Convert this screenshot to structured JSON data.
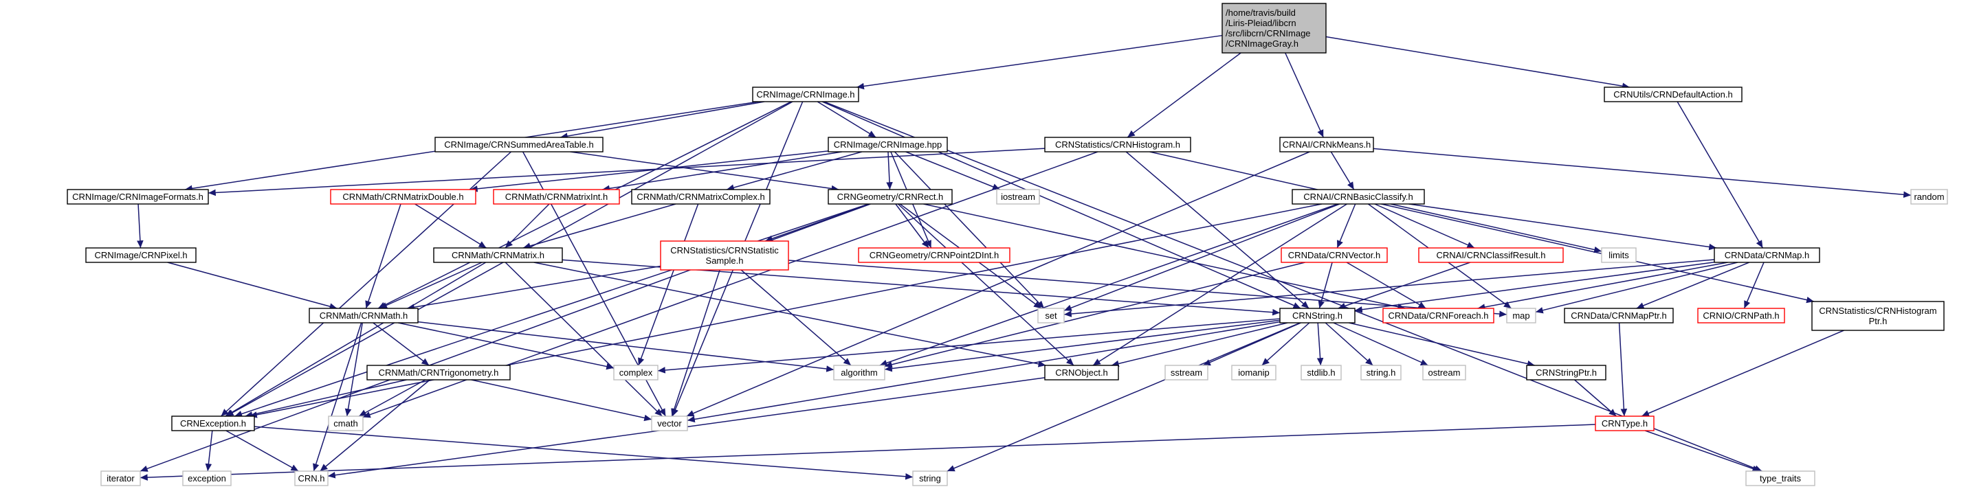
{
  "graph": {
    "colors": {
      "edge": "#191970",
      "root_fill": "#bfbfbf",
      "normal_border": "#000000",
      "truncated_border": "#ff0000",
      "external_border": "#bfbfbf"
    },
    "nodes": [
      {
        "id": "root",
        "lines": [
          "/home/travis/build",
          "/Liris-Pleiad/libcrn",
          "/src/libcrn/CRNImage",
          "/CRNImageGray.h"
        ],
        "style": "root"
      },
      {
        "id": "crnimage_h",
        "lines": [
          "CRNImage/CRNImage.h"
        ],
        "style": "normal"
      },
      {
        "id": "stat_hist",
        "lines": [
          "CRNStatistics/CRNHistogram.h"
        ],
        "style": "normal"
      },
      {
        "id": "ai_kmeans",
        "lines": [
          "CRNAI/CRNkMeans.h"
        ],
        "style": "normal"
      },
      {
        "id": "utils_default",
        "lines": [
          "CRNUtils/CRNDefaultAction.h"
        ],
        "style": "normal"
      },
      {
        "id": "summed",
        "lines": [
          "CRNImage/CRNSummedAreaTable.h"
        ],
        "style": "normal"
      },
      {
        "id": "crnimage_hpp",
        "lines": [
          "CRNImage/CRNImage.hpp"
        ],
        "style": "normal"
      },
      {
        "id": "formats",
        "lines": [
          "CRNImage/CRNImageFormats.h"
        ],
        "style": "normal"
      },
      {
        "id": "mat_double",
        "lines": [
          "CRNMath/CRNMatrixDouble.h"
        ],
        "style": "truncated"
      },
      {
        "id": "mat_int",
        "lines": [
          "CRNMath/CRNMatrixInt.h"
        ],
        "style": "truncated"
      },
      {
        "id": "mat_complex",
        "lines": [
          "CRNMath/CRNMatrixComplex.h"
        ],
        "style": "normal"
      },
      {
        "id": "geo_rect",
        "lines": [
          "CRNGeometry/CRNRect.h"
        ],
        "style": "normal"
      },
      {
        "id": "iostream",
        "lines": [
          "iostream"
        ],
        "style": "external"
      },
      {
        "id": "basic_classify",
        "lines": [
          "CRNAI/CRNBasicClassify.h"
        ],
        "style": "normal"
      },
      {
        "id": "random",
        "lines": [
          "random"
        ],
        "style": "external"
      },
      {
        "id": "pixel",
        "lines": [
          "CRNImage/CRNPixel.h"
        ],
        "style": "normal"
      },
      {
        "id": "matrix_h",
        "lines": [
          "CRNMath/CRNMatrix.h"
        ],
        "style": "normal"
      },
      {
        "id": "stat_sample",
        "lines": [
          "CRNStatistics/CRNStatistic",
          "Sample.h"
        ],
        "style": "truncated"
      },
      {
        "id": "point2d",
        "lines": [
          "CRNGeometry/CRNPoint2DInt.h"
        ],
        "style": "truncated"
      },
      {
        "id": "data_vector",
        "lines": [
          "CRNData/CRNVector.h"
        ],
        "style": "truncated"
      },
      {
        "id": "classif_result",
        "lines": [
          "CRNAI/CRNClassifResult.h"
        ],
        "style": "truncated"
      },
      {
        "id": "limits",
        "lines": [
          "limits"
        ],
        "style": "external"
      },
      {
        "id": "data_map",
        "lines": [
          "CRNData/CRNMap.h"
        ],
        "style": "normal"
      },
      {
        "id": "math_h",
        "lines": [
          "CRNMath/CRNMath.h"
        ],
        "style": "normal"
      },
      {
        "id": "set",
        "lines": [
          "set"
        ],
        "style": "external"
      },
      {
        "id": "string_h",
        "lines": [
          "CRNString.h"
        ],
        "style": "normal"
      },
      {
        "id": "foreach",
        "lines": [
          "CRNData/CRNForeach.h"
        ],
        "style": "truncated"
      },
      {
        "id": "map",
        "lines": [
          "map"
        ],
        "style": "external"
      },
      {
        "id": "map_ptr",
        "lines": [
          "CRNData/CRNMapPtr.h"
        ],
        "style": "normal"
      },
      {
        "id": "io_path",
        "lines": [
          "CRNIO/CRNPath.h"
        ],
        "style": "truncated"
      },
      {
        "id": "hist_ptr",
        "lines": [
          "CRNStatistics/CRNHistogram",
          "Ptr.h"
        ],
        "style": "normal"
      },
      {
        "id": "complex",
        "lines": [
          "complex"
        ],
        "style": "external"
      },
      {
        "id": "algorithm",
        "lines": [
          "algorithm"
        ],
        "style": "external"
      },
      {
        "id": "object_h",
        "lines": [
          "CRNObject.h"
        ],
        "style": "normal"
      },
      {
        "id": "sstream",
        "lines": [
          "sstream"
        ],
        "style": "external"
      },
      {
        "id": "iomanip",
        "lines": [
          "iomanip"
        ],
        "style": "external"
      },
      {
        "id": "stdlib",
        "lines": [
          "stdlib.h"
        ],
        "style": "external"
      },
      {
        "id": "string_c",
        "lines": [
          "string.h"
        ],
        "style": "external"
      },
      {
        "id": "ostream",
        "lines": [
          "ostream"
        ],
        "style": "external"
      },
      {
        "id": "string_ptr",
        "lines": [
          "CRNStringPtr.h"
        ],
        "style": "normal"
      },
      {
        "id": "trig",
        "lines": [
          "CRNMath/CRNTrigonometry.h"
        ],
        "style": "normal"
      },
      {
        "id": "cmath",
        "lines": [
          "cmath"
        ],
        "style": "external"
      },
      {
        "id": "vector",
        "lines": [
          "vector"
        ],
        "style": "external"
      },
      {
        "id": "exception_h",
        "lines": [
          "CRNException.h"
        ],
        "style": "normal"
      },
      {
        "id": "crn_type",
        "lines": [
          "CRNType.h"
        ],
        "style": "truncated"
      },
      {
        "id": "iterator",
        "lines": [
          "iterator"
        ],
        "style": "external"
      },
      {
        "id": "exception",
        "lines": [
          "exception"
        ],
        "style": "external"
      },
      {
        "id": "crn_h",
        "lines": [
          "CRN.h"
        ],
        "style": "external"
      },
      {
        "id": "string",
        "lines": [
          "string"
        ],
        "style": "external"
      },
      {
        "id": "type_traits",
        "lines": [
          "type_traits"
        ],
        "style": "external"
      }
    ],
    "edges": [
      [
        "root",
        "crnimage_h"
      ],
      [
        "root",
        "stat_hist"
      ],
      [
        "root",
        "ai_kmeans"
      ],
      [
        "root",
        "utils_default"
      ],
      [
        "crnimage_h",
        "summed"
      ],
      [
        "crnimage_h",
        "crnimage_hpp"
      ],
      [
        "crnimage_h",
        "formats"
      ],
      [
        "crnimage_h",
        "math_h"
      ],
      [
        "crnimage_h",
        "string_h"
      ],
      [
        "crnimage_h",
        "exception_h"
      ],
      [
        "crnimage_h",
        "vector"
      ],
      [
        "crnimage_h",
        "type_traits"
      ],
      [
        "summed",
        "geo_rect"
      ],
      [
        "summed",
        "exception_h"
      ],
      [
        "summed",
        "vector"
      ],
      [
        "crnimage_hpp",
        "mat_double"
      ],
      [
        "crnimage_hpp",
        "mat_int"
      ],
      [
        "crnimage_hpp",
        "mat_complex"
      ],
      [
        "crnimage_hpp",
        "geo_rect"
      ],
      [
        "crnimage_hpp",
        "iostream"
      ],
      [
        "crnimage_hpp",
        "set"
      ],
      [
        "crnimage_hpp",
        "point2d"
      ],
      [
        "stat_hist",
        "formats"
      ],
      [
        "stat_hist",
        "string_h"
      ],
      [
        "stat_hist",
        "hist_ptr"
      ],
      [
        "stat_hist",
        "cmath"
      ],
      [
        "ai_kmeans",
        "basic_classify"
      ],
      [
        "ai_kmeans",
        "random"
      ],
      [
        "ai_kmeans",
        "vector"
      ],
      [
        "utils_default",
        "data_map"
      ],
      [
        "formats",
        "pixel"
      ],
      [
        "pixel",
        "math_h"
      ],
      [
        "mat_double",
        "matrix_h"
      ],
      [
        "mat_double",
        "math_h"
      ],
      [
        "mat_int",
        "matrix_h"
      ],
      [
        "mat_complex",
        "complex"
      ],
      [
        "mat_complex",
        "matrix_h"
      ],
      [
        "geo_rect",
        "stat_sample"
      ],
      [
        "geo_rect",
        "point2d"
      ],
      [
        "geo_rect",
        "exception_h"
      ],
      [
        "geo_rect",
        "object_h"
      ],
      [
        "geo_rect",
        "set"
      ],
      [
        "geo_rect",
        "foreach"
      ],
      [
        "geo_rect",
        "iterator"
      ],
      [
        "basic_classify",
        "data_vector"
      ],
      [
        "basic_classify",
        "classif_result"
      ],
      [
        "basic_classify",
        "limits"
      ],
      [
        "basic_classify",
        "data_map"
      ],
      [
        "basic_classify",
        "set"
      ],
      [
        "basic_classify",
        "exception_h"
      ],
      [
        "basic_classify",
        "object_h"
      ],
      [
        "basic_classify",
        "algorithm"
      ],
      [
        "basic_classify",
        "map"
      ],
      [
        "matrix_h",
        "math_h"
      ],
      [
        "matrix_h",
        "exception_h"
      ],
      [
        "matrix_h",
        "object_h"
      ],
      [
        "matrix_h",
        "string_h"
      ],
      [
        "matrix_h",
        "vector"
      ],
      [
        "stat_sample",
        "math_h"
      ],
      [
        "stat_sample",
        "algorithm"
      ],
      [
        "stat_sample",
        "vector"
      ],
      [
        "stat_sample",
        "map"
      ],
      [
        "data_vector",
        "string_h"
      ],
      [
        "data_vector",
        "foreach"
      ],
      [
        "data_vector",
        "algorithm"
      ],
      [
        "classif_result",
        "string_h"
      ],
      [
        "data_map",
        "string_h"
      ],
      [
        "data_map",
        "foreach"
      ],
      [
        "data_map",
        "map"
      ],
      [
        "data_map",
        "map_ptr"
      ],
      [
        "data_map",
        "io_path"
      ],
      [
        "data_map",
        "set"
      ],
      [
        "math_h",
        "trig"
      ],
      [
        "math_h",
        "complex"
      ],
      [
        "math_h",
        "algorithm"
      ],
      [
        "math_h",
        "cmath"
      ],
      [
        "math_h",
        "crn_h"
      ],
      [
        "string_h",
        "complex"
      ],
      [
        "string_h",
        "algorithm"
      ],
      [
        "string_h",
        "object_h"
      ],
      [
        "string_h",
        "sstream"
      ],
      [
        "string_h",
        "iomanip"
      ],
      [
        "string_h",
        "stdlib"
      ],
      [
        "string_h",
        "string_c"
      ],
      [
        "string_h",
        "ostream"
      ],
      [
        "string_h",
        "string_ptr"
      ],
      [
        "string_h",
        "vector"
      ],
      [
        "string_h",
        "string"
      ],
      [
        "map_ptr",
        "crn_type"
      ],
      [
        "hist_ptr",
        "crn_type"
      ],
      [
        "string_ptr",
        "crn_type"
      ],
      [
        "object_h",
        "crn_h"
      ],
      [
        "trig",
        "exception_h"
      ],
      [
        "trig",
        "cmath"
      ],
      [
        "trig",
        "vector"
      ],
      [
        "trig",
        "crn_h"
      ],
      [
        "exception_h",
        "exception"
      ],
      [
        "exception_h",
        "crn_h"
      ],
      [
        "exception_h",
        "string"
      ],
      [
        "crn_type",
        "iterator"
      ],
      [
        "crn_type",
        "type_traits"
      ]
    ]
  }
}
